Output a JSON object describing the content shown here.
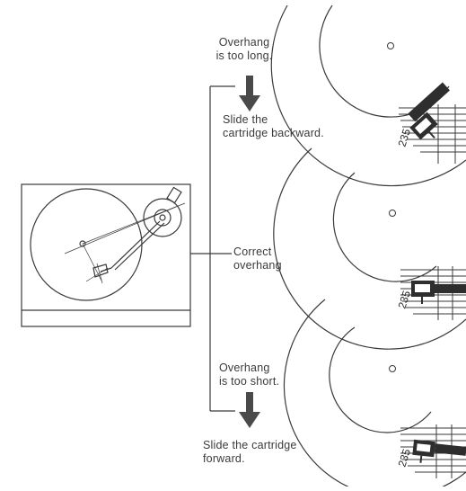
{
  "labels": {
    "long_line1": "Overhang",
    "long_line2": "is too long.",
    "backward_line1": "Slide the",
    "backward_line2": "cartridge backward.",
    "correct_line1": "Correct",
    "correct_line2": "overhang",
    "short_line1": "Overhang",
    "short_line2": "is too short.",
    "forward_line1": "Slide the cartridge",
    "forward_line2": "forward."
  },
  "gauge_number": "235",
  "colors": {
    "ink": "#3a3a3a",
    "arrow": "#4a4a4a",
    "background": "#ffffff"
  }
}
